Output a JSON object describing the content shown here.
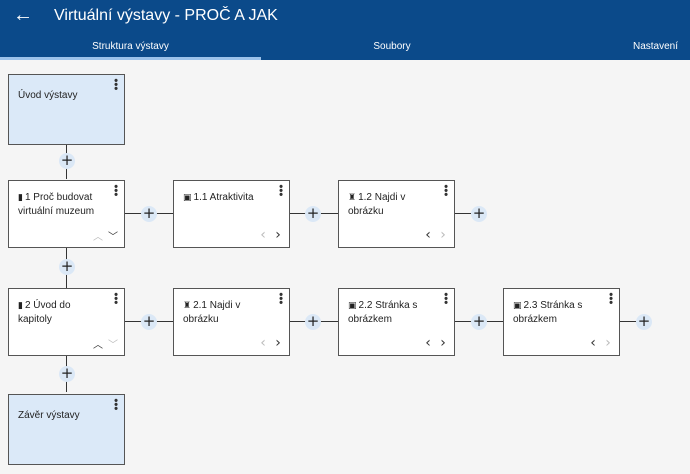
{
  "app": {
    "back_icon": "←",
    "title": "Virtuální výstavy - PROČ A JAK"
  },
  "tabs": [
    {
      "label": "Struktura výstavy",
      "active": true
    },
    {
      "label": "Soubory",
      "active": false
    },
    {
      "label": "Nastavení",
      "active": false
    }
  ],
  "cards": {
    "intro": {
      "label": "Úvod výstavy"
    },
    "c1": {
      "icon": "bookmark",
      "label": "1 Proč budovat virtuální muzeum"
    },
    "c1_1": {
      "icon": "image",
      "label": "1.1 Atraktivita"
    },
    "c1_2": {
      "icon": "trophy",
      "label": "1.2 Najdi v obrázku"
    },
    "c2": {
      "icon": "bookmark",
      "label": "2 Úvod do kapitoly"
    },
    "c2_1": {
      "icon": "trophy",
      "label": "2.1 Najdi v obrázku"
    },
    "c2_2": {
      "icon": "image",
      "label": "2.2 Stránka s obrázkem"
    },
    "c2_3": {
      "icon": "image",
      "label": "2.3 Stránka s obrázkem"
    },
    "outro": {
      "label": "Závěr výstavy"
    }
  },
  "glyphs": {
    "menu": "⋮",
    "plus": "+",
    "bookmark": "▮",
    "image": "▣",
    "trophy": "♜",
    "up": "︿",
    "down": "﹀",
    "left": "‹",
    "right": "›"
  }
}
